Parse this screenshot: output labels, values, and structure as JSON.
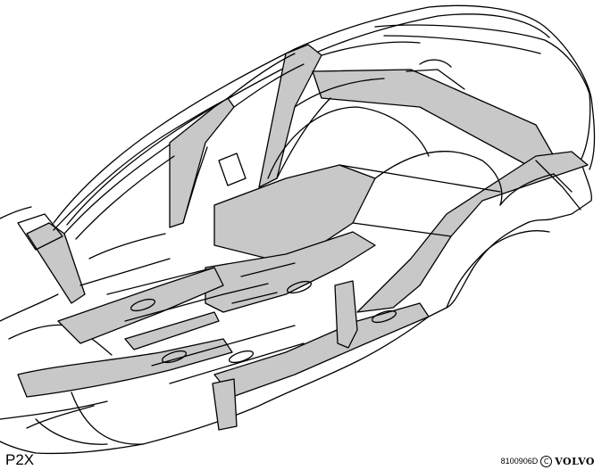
{
  "figure": {
    "code": "P2X",
    "reference": "8100906D",
    "copyright_symbol": "C",
    "brand": "VOLVO"
  },
  "colors": {
    "highlight": "#c8c8c8",
    "line": "#000000",
    "background": "#ffffff"
  }
}
